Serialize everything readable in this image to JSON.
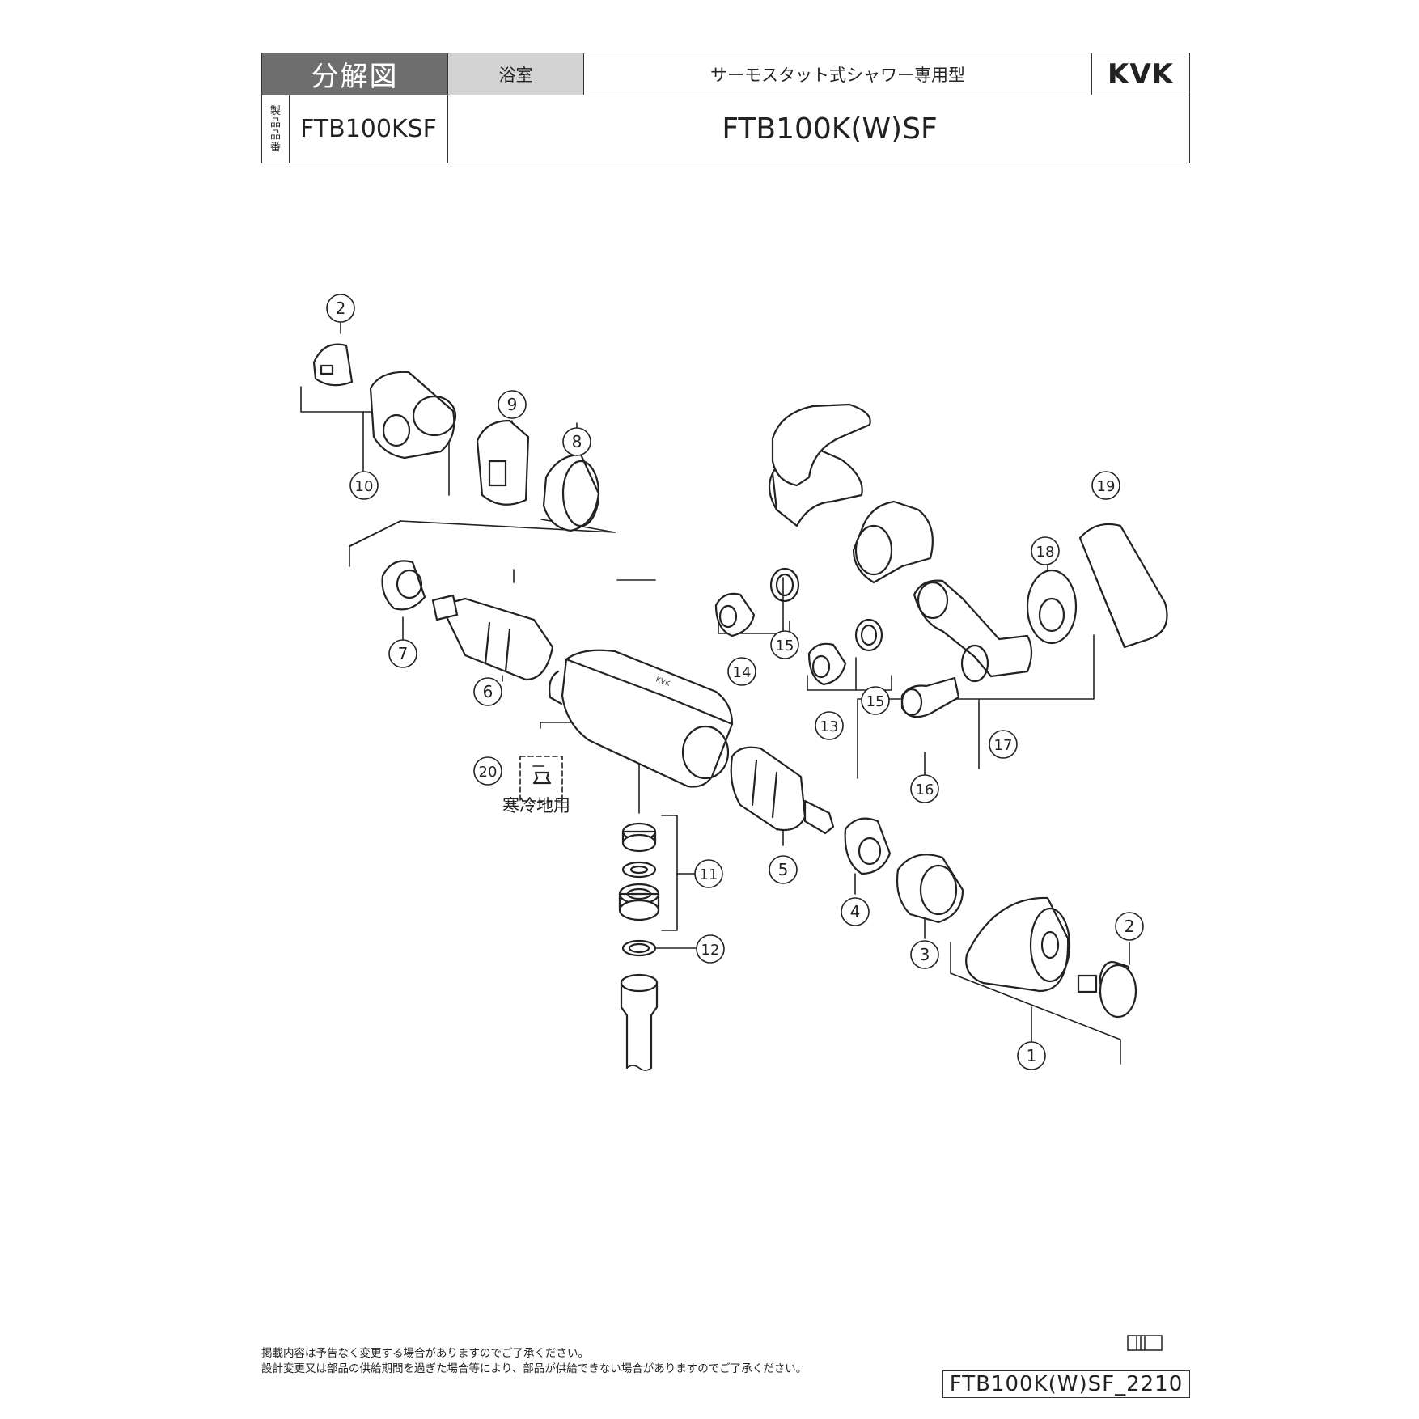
{
  "header": {
    "title": "分解図",
    "category": "浴室",
    "product_type": "サーモスタット式シャワー専用型",
    "brand": "KVK",
    "vertical_label": [
      "製",
      "品",
      "品",
      "番"
    ],
    "part_number": "FTB100KSF",
    "part_number_variant": "FTB100K(W)SF"
  },
  "diagram": {
    "callouts": [
      "1",
      "2",
      "2",
      "3",
      "4",
      "5",
      "6",
      "7",
      "8",
      "9",
      "10",
      "11",
      "12",
      "13",
      "14",
      "15",
      "15",
      "16",
      "17",
      "18",
      "19",
      "20"
    ],
    "cold_region_note": "寒冷地用",
    "body_logo": "KVK"
  },
  "footer": {
    "notice_line1": "掲載内容は予告なく変更する場合がありますのでご了承ください。",
    "notice_line2": "設計変更又は部品の供給期間を過ぎた場合等により、部品が供給できない場合がありますのでご了承ください。",
    "document_id": "FTB100K(W)SF_2210"
  }
}
